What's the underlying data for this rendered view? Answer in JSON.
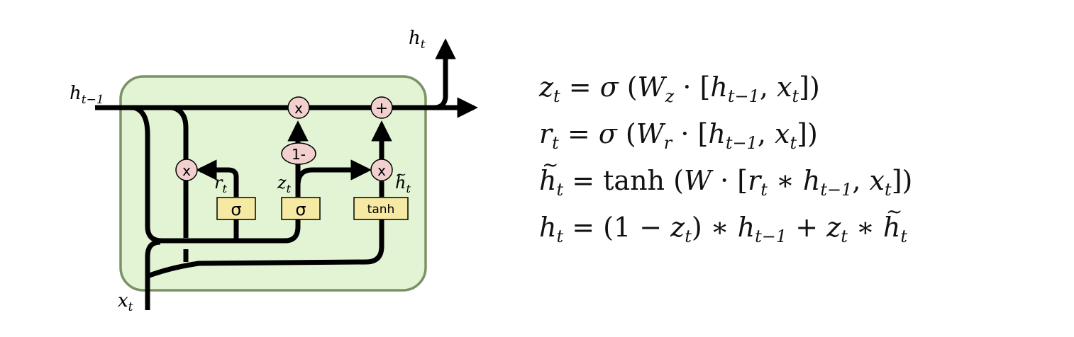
{
  "diagram": {
    "title": "GRU cell",
    "labels": {
      "h_prev": {
        "base": "h",
        "sub": "t−1"
      },
      "h_out": {
        "base": "h",
        "sub": "t"
      },
      "x_in": {
        "base": "x",
        "sub": "t"
      },
      "r_t": {
        "base": "r",
        "sub": "t"
      },
      "z_t": {
        "base": "z",
        "sub": "t"
      },
      "h_tilde": {
        "base": "h",
        "sub": "t"
      }
    },
    "gates": [
      {
        "id": "reset-gate",
        "label": "σ"
      },
      {
        "id": "update-gate",
        "label": "σ"
      },
      {
        "id": "candidate-gate",
        "label": "tanh"
      }
    ],
    "operators": {
      "reset_mult": "x",
      "update_mult": "x",
      "candidate_mult": "x",
      "add": "+",
      "one_minus": "1-"
    },
    "colors": {
      "cell_fill": "#e2f4d3",
      "cell_border": "#7a9264",
      "gate_fill": "#f5e9a3",
      "op_fill": "#f2d0d0",
      "wire": "#000000"
    }
  },
  "equations": [
    {
      "id": "update",
      "lhs": "z",
      "lhs_sub": "t",
      "rhs": [
        "= σ (",
        "W",
        "z",
        " · [",
        "h",
        "t−1",
        ", ",
        "x",
        "t",
        "])"
      ]
    },
    {
      "id": "reset",
      "lhs": "r",
      "lhs_sub": "t"
    },
    {
      "id": "candidate",
      "lhs": "h",
      "lhs_sub": "t"
    },
    {
      "id": "output",
      "lhs": "h",
      "lhs_sub": "t"
    }
  ],
  "eq_text": {
    "sigma": "σ",
    "eq": " = ",
    "tanh": "tanh",
    "W": "W",
    "z": "z",
    "r": "r",
    "h": "h",
    "x": "x",
    "t": "t",
    "tm1": "t−1",
    "dot": " · ",
    "lbr": "[",
    "rbr": "]",
    "lp": "(",
    "rp": ")",
    "comma": ", ",
    "star": " ∗ ",
    "plus": " + ",
    "one_minus": "1 − "
  }
}
